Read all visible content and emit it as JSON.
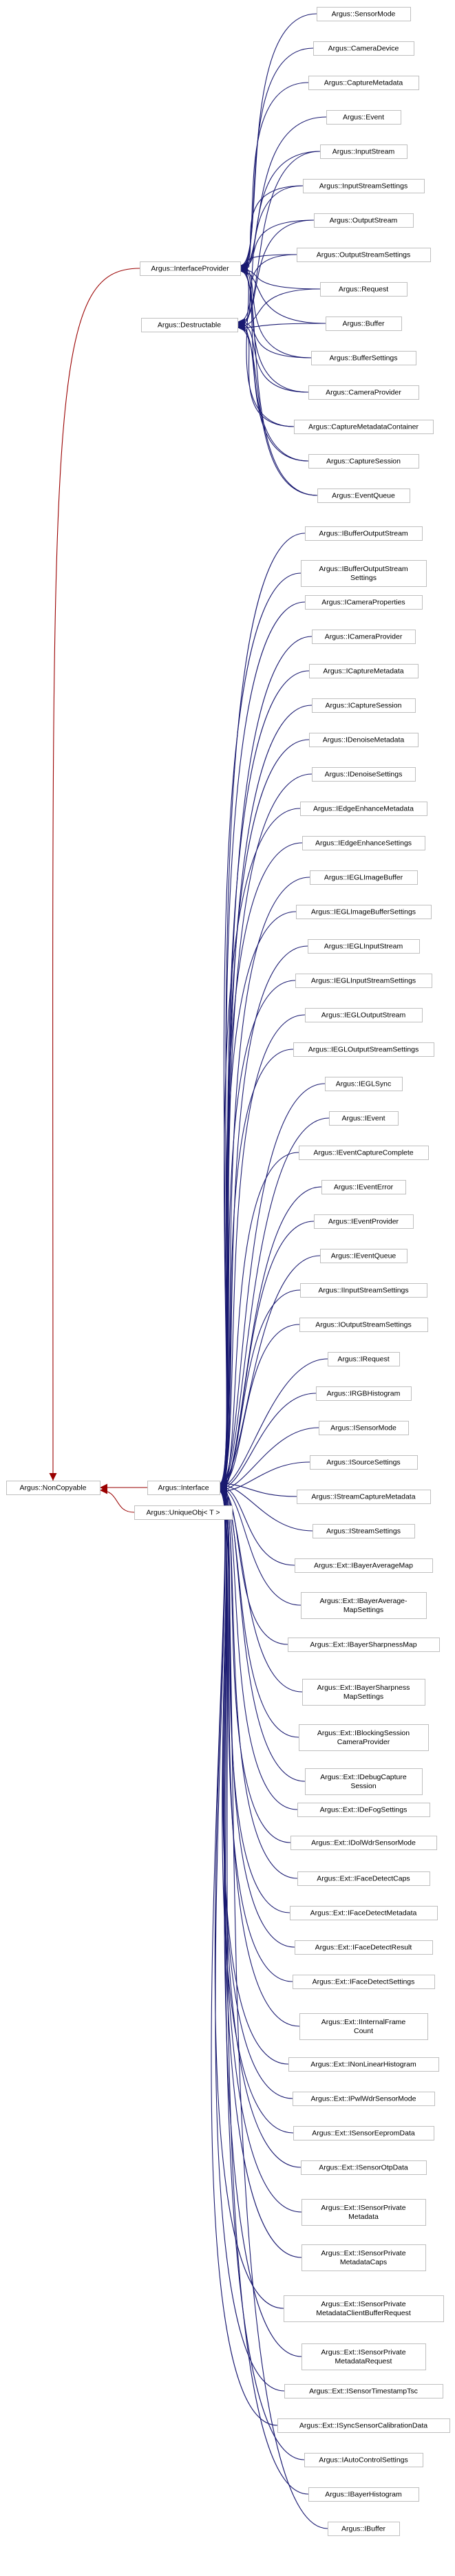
{
  "colors": {
    "inheritance_edge": "#191970",
    "composition_edge": "#9a0000",
    "node_border": "#bfbfbf",
    "node_fill": "#ffffff",
    "text": "#000000"
  },
  "nodes": {
    "noncopyable": [
      "Argus::NonCopyable"
    ],
    "interface": [
      "Argus::Interface"
    ],
    "uniqueobj": [
      "Argus::UniqueObj< T >"
    ],
    "interfaceprovider": [
      "Argus::InterfaceProvider"
    ],
    "destructable": [
      "Argus::Destructable"
    ],
    "providers": [
      [
        "Argus::SensorMode"
      ],
      [
        "Argus::CameraDevice"
      ],
      [
        "Argus::CaptureMetadata"
      ],
      [
        "Argus::Event"
      ],
      [
        "Argus::InputStream"
      ],
      [
        "Argus::InputStreamSettings"
      ],
      [
        "Argus::OutputStream"
      ],
      [
        "Argus::OutputStreamSettings"
      ],
      [
        "Argus::Request"
      ],
      [
        "Argus::Buffer"
      ],
      [
        "Argus::BufferSettings"
      ],
      [
        "Argus::CameraProvider"
      ],
      [
        "Argus::CaptureMetadataContainer"
      ],
      [
        "Argus::CaptureSession"
      ],
      [
        "Argus::EventQueue"
      ]
    ],
    "interfaces": [
      [
        "Argus::IBufferOutputStream"
      ],
      [
        "Argus::IBufferOutputStream",
        "Settings"
      ],
      [
        "Argus::ICameraProperties"
      ],
      [
        "Argus::ICameraProvider"
      ],
      [
        "Argus::ICaptureMetadata"
      ],
      [
        "Argus::ICaptureSession"
      ],
      [
        "Argus::IDenoiseMetadata"
      ],
      [
        "Argus::IDenoiseSettings"
      ],
      [
        "Argus::IEdgeEnhanceMetadata"
      ],
      [
        "Argus::IEdgeEnhanceSettings"
      ],
      [
        "Argus::IEGLImageBuffer"
      ],
      [
        "Argus::IEGLImageBufferSettings"
      ],
      [
        "Argus::IEGLInputStream"
      ],
      [
        "Argus::IEGLInputStreamSettings"
      ],
      [
        "Argus::IEGLOutputStream"
      ],
      [
        "Argus::IEGLOutputStreamSettings"
      ],
      [
        "Argus::IEGLSync"
      ],
      [
        "Argus::IEvent"
      ],
      [
        "Argus::IEventCaptureComplete"
      ],
      [
        "Argus::IEventError"
      ],
      [
        "Argus::IEventProvider"
      ],
      [
        "Argus::IEventQueue"
      ],
      [
        "Argus::IInputStreamSettings"
      ],
      [
        "Argus::IOutputStreamSettings"
      ],
      [
        "Argus::IRequest"
      ],
      [
        "Argus::IRGBHistogram"
      ],
      [
        "Argus::ISensorMode"
      ],
      [
        "Argus::ISourceSettings"
      ],
      [
        "Argus::IStreamCaptureMetadata"
      ],
      [
        "Argus::IStreamSettings"
      ],
      [
        "Argus::Ext::IBayerAverageMap"
      ],
      [
        "Argus::Ext::IBayerAverage-",
        "MapSettings"
      ],
      [
        "Argus::Ext::IBayerSharpnessMap"
      ],
      [
        "Argus::Ext::IBayerSharpness",
        "MapSettings"
      ],
      [
        "Argus::Ext::IBlockingSession",
        "CameraProvider"
      ],
      [
        "Argus::Ext::IDebugCapture",
        "Session"
      ],
      [
        "Argus::Ext::IDeFogSettings"
      ],
      [
        "Argus::Ext::IDolWdrSensorMode"
      ],
      [
        "Argus::Ext::IFaceDetectCaps"
      ],
      [
        "Argus::Ext::IFaceDetectMetadata"
      ],
      [
        "Argus::Ext::IFaceDetectResult"
      ],
      [
        "Argus::Ext::IFaceDetectSettings"
      ],
      [
        "Argus::Ext::IInternalFrame",
        "Count"
      ],
      [
        "Argus::Ext::INonLinearHistogram"
      ],
      [
        "Argus::Ext::IPwlWdrSensorMode"
      ],
      [
        "Argus::Ext::ISensorEepromData"
      ],
      [
        "Argus::Ext::ISensorOtpData"
      ],
      [
        "Argus::Ext::ISensorPrivate",
        "Metadata"
      ],
      [
        "Argus::Ext::ISensorPrivate",
        "MetadataCaps"
      ],
      [
        "Argus::Ext::ISensorPrivate",
        "MetadataClientBufferRequest"
      ],
      [
        "Argus::Ext::ISensorPrivate",
        "MetadataRequest"
      ],
      [
        "Argus::Ext::ISensorTimestampTsc"
      ],
      [
        "Argus::Ext::ISyncSensorCalibrationData"
      ],
      [
        "Argus::IAutoControlSettings"
      ],
      [
        "Argus::IBayerHistogram"
      ],
      [
        "Argus::IBuffer"
      ]
    ]
  }
}
